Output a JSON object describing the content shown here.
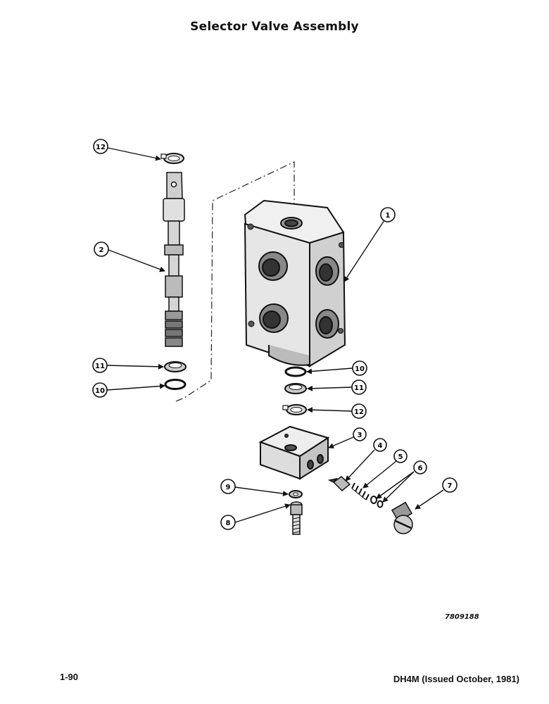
{
  "title": "Selector Valve Assembly",
  "callouts": {
    "c1": "1",
    "c2": "2",
    "c3": "3",
    "c4": "4",
    "c5": "5",
    "c6": "6",
    "c7": "7",
    "c8": "8",
    "c9": "9",
    "c10a": "10",
    "c10b": "10",
    "c11a": "11",
    "c11b": "11",
    "c12a": "12",
    "c12b": "12"
  },
  "drawing_number": "7809188",
  "footer": {
    "page_number": "1-90",
    "doc_ref": "DH4M (Issued October, 1981)"
  }
}
